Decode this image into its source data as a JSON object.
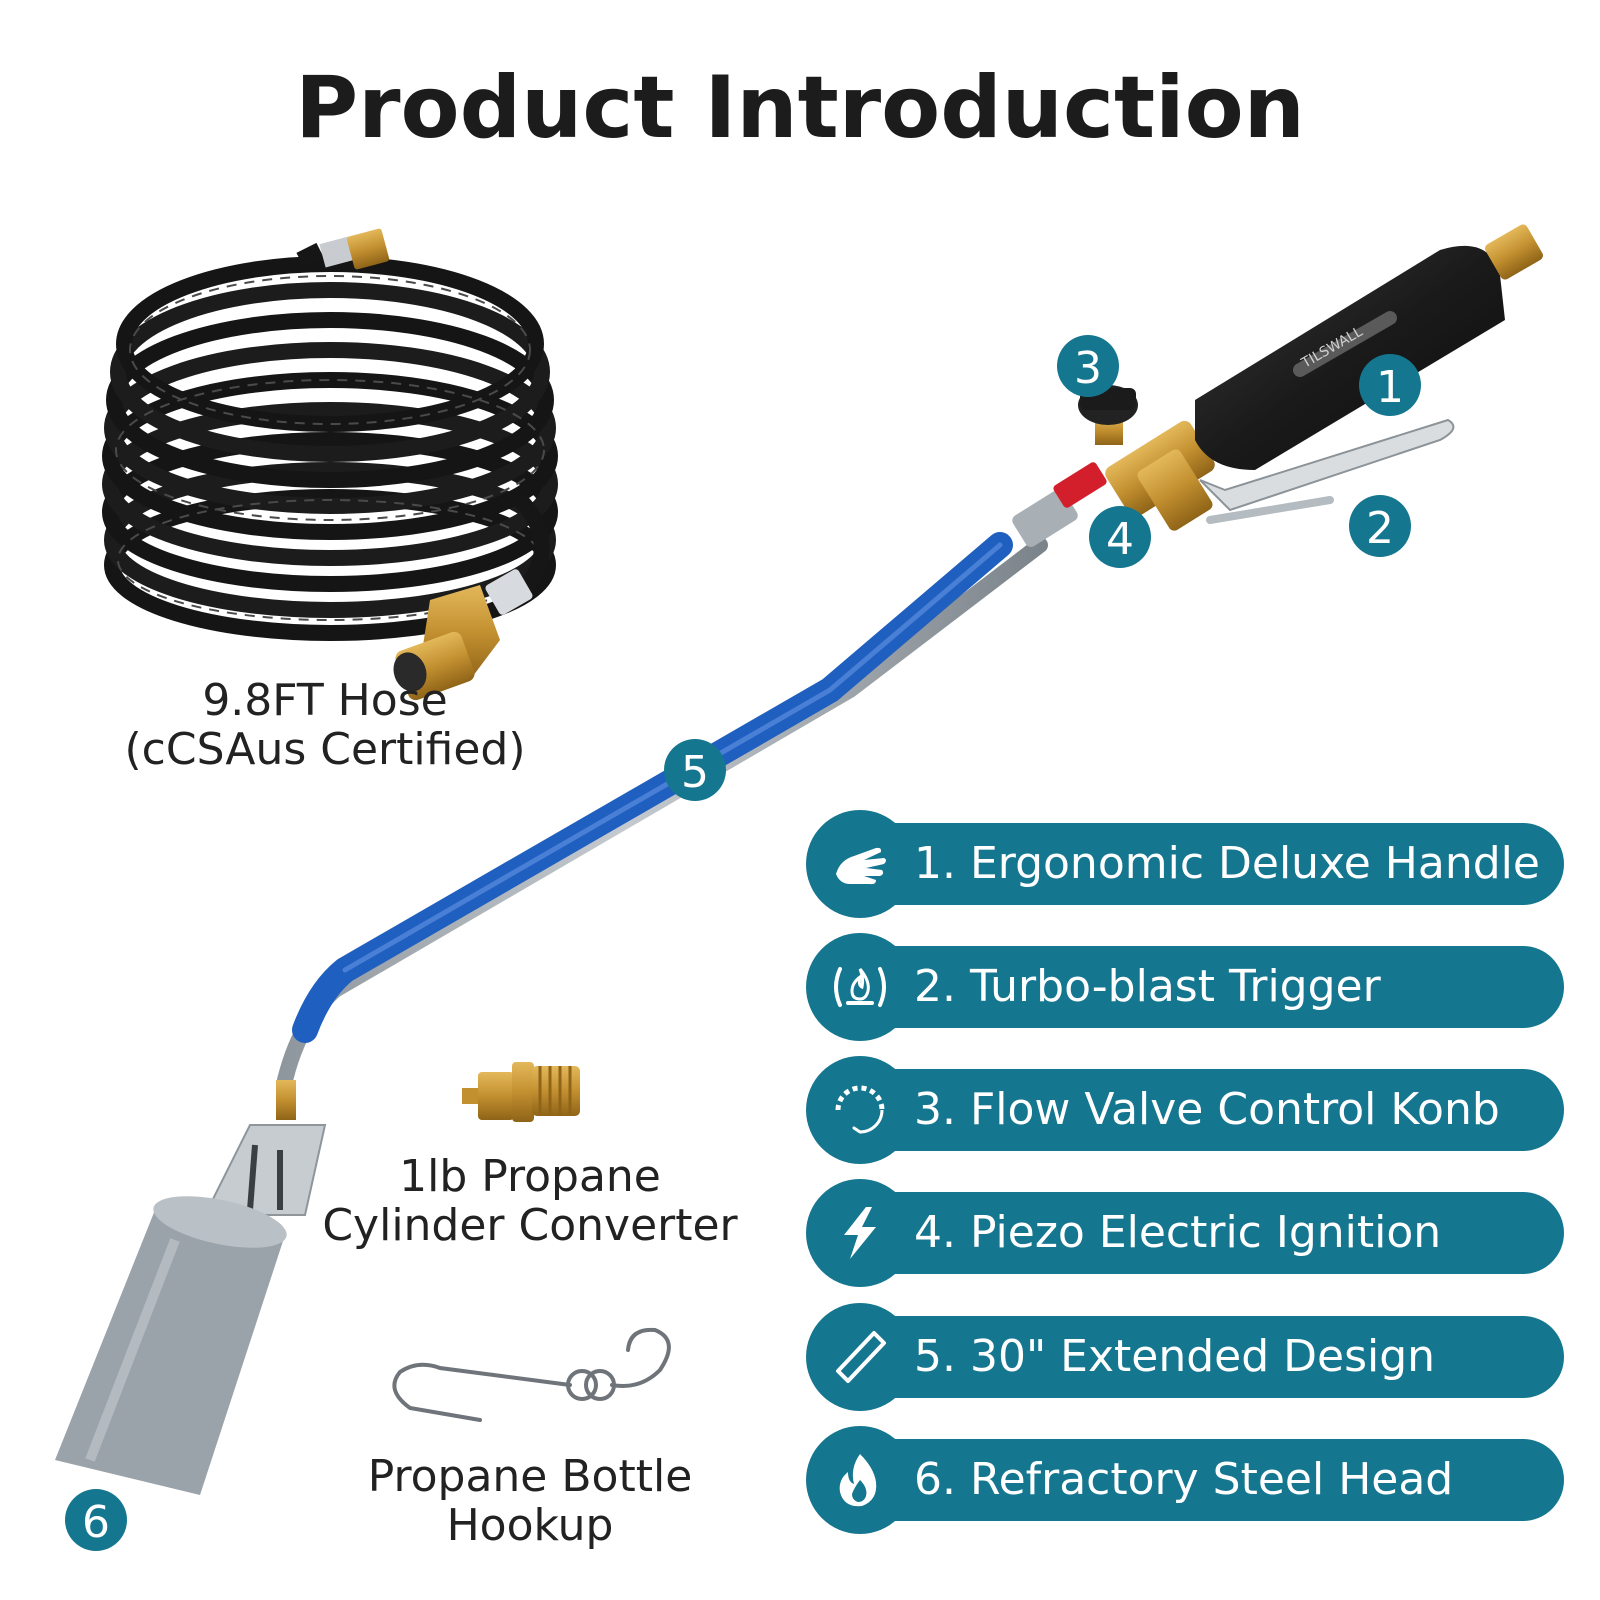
{
  "title": "Product Introduction",
  "accessories": {
    "hose": {
      "line1": "9.8FT Hose",
      "line2": "(cCSAus Certified)"
    },
    "converter": {
      "line1": "1lb Propane",
      "line2": "Cylinder Converter"
    },
    "hookup": {
      "line1": "Propane Bottle",
      "line2": "Hookup"
    }
  },
  "handle_brand": "TILSWALL",
  "badges": [
    "1",
    "2",
    "3",
    "4",
    "5",
    "6"
  ],
  "features": [
    {
      "label": "1. Ergonomic Deluxe Handle",
      "icon": "hand-icon"
    },
    {
      "label": "2. Turbo-blast Trigger",
      "icon": "flame-burst-icon"
    },
    {
      "label": "3. Flow Valve Control Konb",
      "icon": "dial-icon"
    },
    {
      "label": "4. Piezo Electric Ignition",
      "icon": "lightning-icon"
    },
    {
      "label": "5. 30\" Extended Design",
      "icon": "rod-icon"
    },
    {
      "label": "6. Refractory Steel Head",
      "icon": "fire-icon"
    }
  ],
  "colors": {
    "accent": "#157690",
    "hose_blue": "#1f5fbf",
    "brass": "#c9972e"
  }
}
